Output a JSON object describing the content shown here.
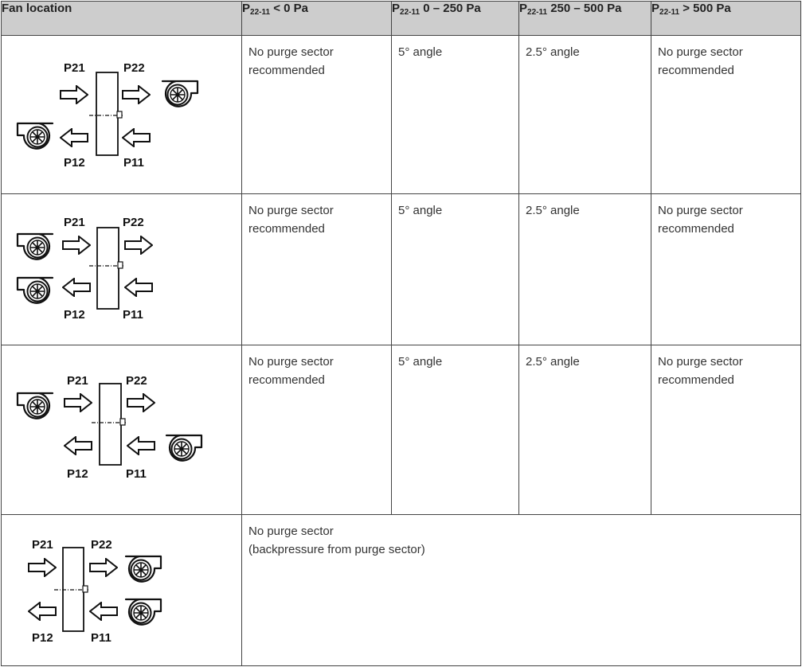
{
  "table": {
    "headers": {
      "fan_location": "Fan location",
      "col1": {
        "prefix": "P",
        "sub": "22-11",
        "suffix": " < 0 Pa"
      },
      "col2": {
        "prefix": "P",
        "sub": "22-11",
        "suffix": " 0 – 250 Pa"
      },
      "col3": {
        "prefix": "P",
        "sub": "22-11",
        "suffix": " 250 – 500 Pa"
      },
      "col4": {
        "prefix": "P",
        "sub": "22-11",
        "suffix": " > 500 Pa"
      }
    },
    "rows": [
      {
        "diagram": {
          "labels": {
            "p21": "P21",
            "p22": "P22",
            "p12": "P12",
            "p11": "P11"
          },
          "fan1_icon": "fan-icon",
          "fan2_icon": "fan-icon"
        },
        "cells": [
          {
            "line1": "No purge sector",
            "line2": "recommended"
          },
          {
            "line1": "5° angle",
            "line2": ""
          },
          {
            "line1": "2.5° angle",
            "line2": ""
          },
          {
            "line1": "No purge sector",
            "line2": "recommended"
          }
        ]
      },
      {
        "diagram": {
          "labels": {
            "p21": "P21",
            "p22": "P22",
            "p12": "P12",
            "p11": "P11"
          },
          "fan1_icon": "fan-icon",
          "fan2_icon": "fan-icon"
        },
        "cells": [
          {
            "line1": "No purge sector",
            "line2": "recommended"
          },
          {
            "line1": "5° angle",
            "line2": ""
          },
          {
            "line1": "2.5° angle",
            "line2": ""
          },
          {
            "line1": "No purge sector",
            "line2": "recommended"
          }
        ]
      },
      {
        "diagram": {
          "labels": {
            "p21": "P21",
            "p22": "P22",
            "p12": "P12",
            "p11": "P11"
          },
          "fan1_icon": "fan-icon",
          "fan2_icon": "fan-icon"
        },
        "cells": [
          {
            "line1": "No purge sector",
            "line2": "recommended"
          },
          {
            "line1": "5° angle",
            "line2": ""
          },
          {
            "line1": "2.5° angle",
            "line2": ""
          },
          {
            "line1": "No purge sector",
            "line2": "recommended"
          }
        ]
      },
      {
        "diagram": {
          "labels": {
            "p21": "P21",
            "p22": "P22",
            "p12": "P12",
            "p11": "P11"
          },
          "fan1_icon": "fan-icon",
          "fan2_icon": "fan-icon"
        },
        "merged": {
          "line1": "No purge sector",
          "line2": "(backpressure from purge sector)"
        }
      }
    ]
  }
}
